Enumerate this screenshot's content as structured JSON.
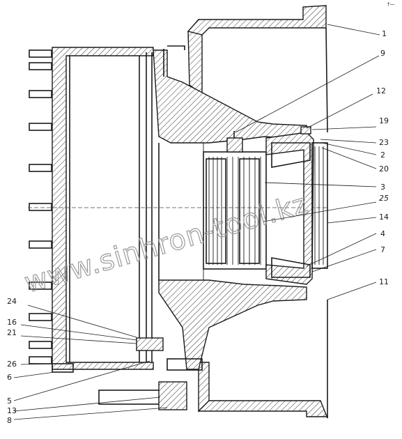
{
  "watermark": "www.sinhron-tool.kz",
  "corner_mark": "†—",
  "callouts": {
    "c1": "1",
    "c2": "2",
    "c3": "3",
    "c4": "4",
    "c5": "5",
    "c6": "6",
    "c7": "7",
    "c8": "8",
    "c9": "9",
    "c11": "11",
    "c12": "12",
    "c13": "13",
    "c14": "14",
    "c16": "16",
    "c19": "19",
    "c20": "20",
    "c21": "21",
    "c23": "23",
    "c24": "24",
    "c25": "25",
    "c26": "26"
  }
}
